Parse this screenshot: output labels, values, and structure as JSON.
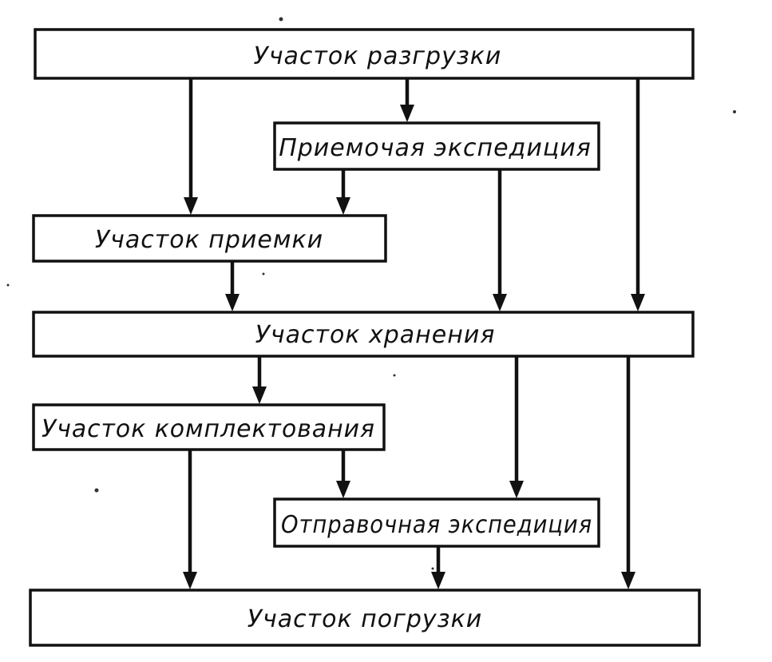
{
  "diagram": {
    "nodes": {
      "unloading": "Участок разгрузки",
      "receiving_expedition": "Приемочая экспедиция",
      "acceptance": "Участок приемки",
      "storage": "Участок хранения",
      "picking": "Участок комплектования",
      "dispatch_expedition": "Отправочная экспедиция",
      "loading": "Участок погрузки"
    },
    "edges": [
      {
        "from": "unloading",
        "to": "receiving_expedition"
      },
      {
        "from": "unloading",
        "to": "acceptance"
      },
      {
        "from": "unloading",
        "to": "storage"
      },
      {
        "from": "receiving_expedition",
        "to": "acceptance"
      },
      {
        "from": "receiving_expedition",
        "to": "storage"
      },
      {
        "from": "acceptance",
        "to": "storage"
      },
      {
        "from": "storage",
        "to": "picking"
      },
      {
        "from": "storage",
        "to": "dispatch_expedition"
      },
      {
        "from": "storage",
        "to": "loading"
      },
      {
        "from": "picking",
        "to": "dispatch_expedition"
      },
      {
        "from": "picking",
        "to": "loading"
      },
      {
        "from": "dispatch_expedition",
        "to": "loading"
      }
    ]
  }
}
